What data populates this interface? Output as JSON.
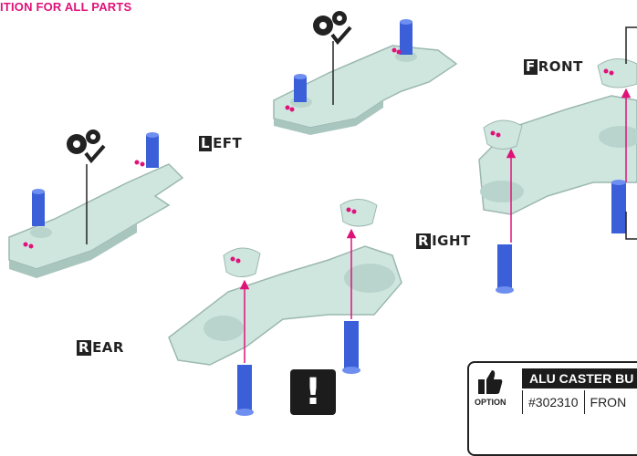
{
  "header": {
    "text": "ITION FOR ALL PARTS"
  },
  "labels": {
    "left": {
      "cap": "L",
      "rest": "EFT"
    },
    "right": {
      "cap": "R",
      "rest": "IGHT"
    },
    "rear": {
      "cap": "R",
      "rest": "EAR"
    },
    "front": {
      "cap": "F",
      "rest": "RONT"
    }
  },
  "warning": {
    "symbol": "!"
  },
  "option": {
    "badge": "OPTION",
    "title": "ALU CASTER BU",
    "part_number": "#302310",
    "part_desc": "FRON"
  },
  "colors": {
    "accent": "#e0127a",
    "part": "#cfe6df",
    "screw": "#3a5fd8",
    "arrow": "#e0127a"
  },
  "icons": [
    "gears-check-icon",
    "thumbs-up-icon",
    "arrow-up-icon"
  ]
}
